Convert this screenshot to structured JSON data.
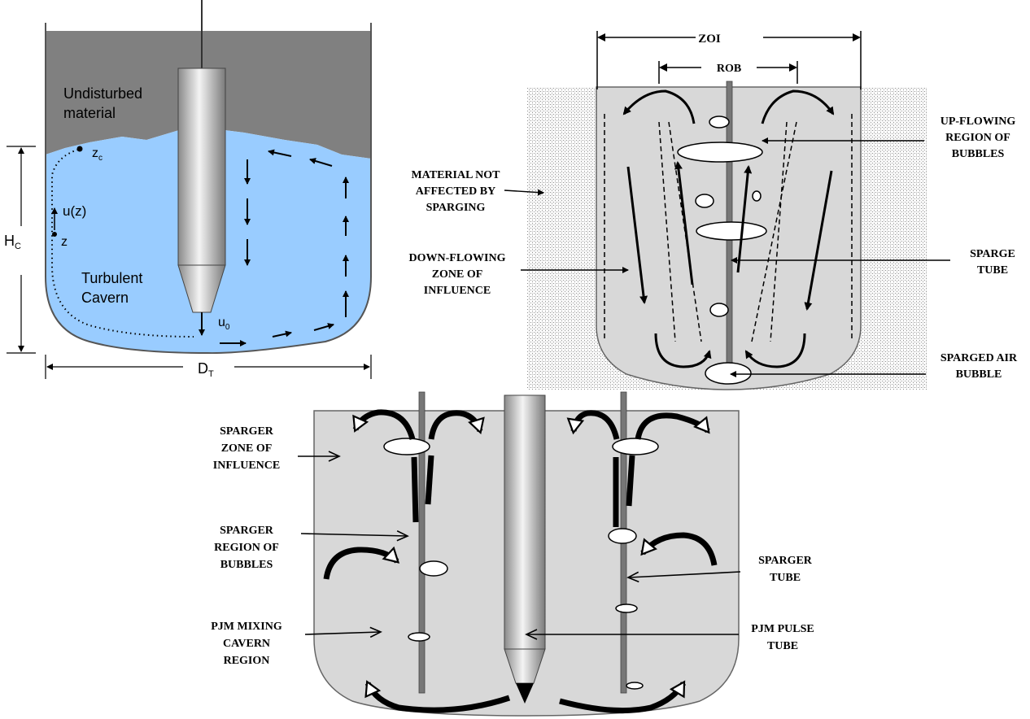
{
  "colors": {
    "cavern_blue": "#99CCFF",
    "undisturbed_gray": "#808080",
    "tank_fill": "#D8D8D8",
    "stipple": "#9A9A9A",
    "line": "#000000"
  },
  "panel_a": {
    "undisturbed": [
      "Undisturbed",
      "material"
    ],
    "turbulent": [
      "Turbulent",
      "Cavern"
    ],
    "zc": "z",
    "zc_sub": "c",
    "uz": "u(z)",
    "z": "z",
    "u0": "u",
    "u0_sub": "0",
    "hc": "H",
    "hc_sub": "C",
    "dt": "D",
    "dt_sub": "T"
  },
  "panel_b": {
    "zoi": "ZOI",
    "rob": "ROB",
    "material_not_affected": [
      "MATERIAL NOT",
      "AFFECTED BY",
      "SPARGING"
    ],
    "down_flowing": [
      "DOWN-FLOWING",
      "ZONE OF",
      "INFLUENCE"
    ],
    "up_flowing": [
      "UP-FLOWING",
      "REGION OF",
      "BUBBLES"
    ],
    "sparge_tube": [
      "SPARGE",
      "TUBE"
    ],
    "sparged_air": [
      "SPARGED AIR",
      "BUBBLE"
    ]
  },
  "panel_c": {
    "sparger_zone": [
      "SPARGER",
      "ZONE OF",
      "INFLUENCE"
    ],
    "sparger_region": [
      "SPARGER",
      "REGION OF",
      "BUBBLES"
    ],
    "pjm_mixing": [
      "PJM MIXING",
      "CAVERN",
      "REGION"
    ],
    "sparger_tube": [
      "SPARGER",
      "TUBE"
    ],
    "pjm_pulse": [
      "PJM PULSE",
      "TUBE"
    ]
  }
}
